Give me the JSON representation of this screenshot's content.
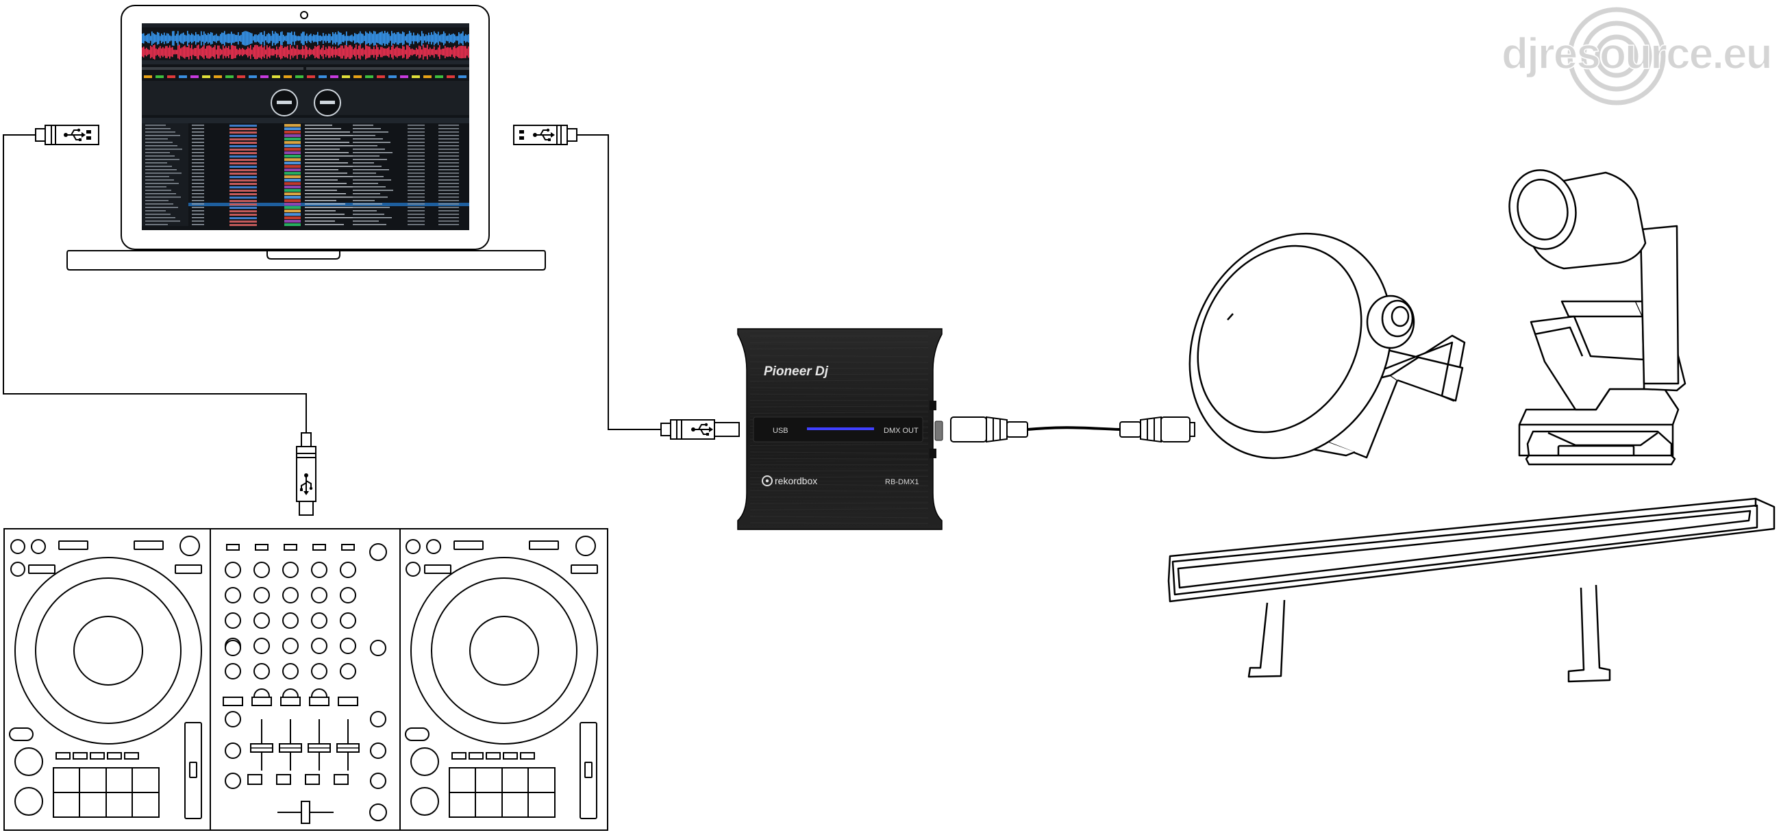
{
  "watermark": {
    "text": "djresource.eu"
  },
  "interface": {
    "brand": "Pioneer Dj",
    "port_in": "USB",
    "port_out": "DMX OUT",
    "software": "rekordbox",
    "model": "RB-DMX1"
  },
  "colors": {
    "interface_body": "#1c1c1c",
    "screen_bg": "#111418",
    "waveform_blue": "#3aa0ff",
    "waveform_red": "#ff3355",
    "highlight_row": "#1e5f9e",
    "led": "#4040ff",
    "watermark": "#cfcfcf"
  },
  "icons": {
    "usb_symbol": "usb-trident-icon",
    "rekordbox_logo": "rekordbox-disc-icon"
  }
}
